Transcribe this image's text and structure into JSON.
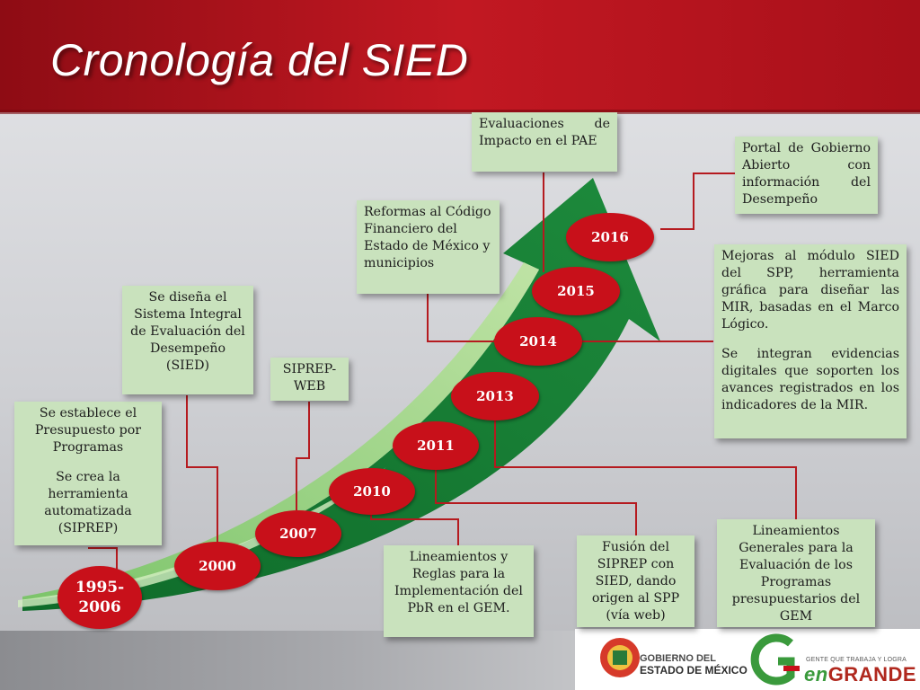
{
  "title": "Cronología del SIED",
  "years": [
    "1995-\n2006",
    "2000",
    "2007",
    "2010",
    "2011",
    "2013",
    "2014",
    "2015",
    "2016"
  ],
  "boxes": {
    "y1995": {
      "p1": "Se establece el Presupuesto por Programas",
      "p2": "Se crea la herramienta automatizada (SIPREP)"
    },
    "y2000": "Se diseña el Sistema Integral de Evaluación del Desempeño (SIED)",
    "y2007": "SIPREP-WEB",
    "y2010": "Lineamientos y Reglas para la Implementación del PbR en el GEM.",
    "y2011": "Fusión del SIPREP con SIED, dando origen al  SPP (vía web)",
    "y2013": "Lineamientos Generales para la Evaluación de los Programas presupuestarios del GEM",
    "y2014": {
      "p1": "Mejoras al módulo SIED del SPP, herramienta gráfica para diseñar las MIR, basadas en el Marco Lógico.",
      "p2": "Se integran evidencias digitales que soporten los avances registrados en los indicadores de la MIR."
    },
    "y2014_left": "Reformas al Código Financiero del Estado de México y municipios",
    "y2015": "Evaluaciones de Impacto en el PAE",
    "y2016": "Portal de Gobierno Abierto con información del Desempeño"
  },
  "logos": {
    "gem_line1": "GOBIERNO DEL",
    "gem_line2": "ESTADO DE MÉXICO",
    "tagline": "GENTE QUE TRABAJA Y LOGRA",
    "brand_en": "en",
    "brand_grande": "GRANDE"
  },
  "colors": {
    "header_red": "#b5121b",
    "year_red": "#c8101a",
    "box_green": "#c9e2bd",
    "arrow_green": "#1f8a3a"
  }
}
